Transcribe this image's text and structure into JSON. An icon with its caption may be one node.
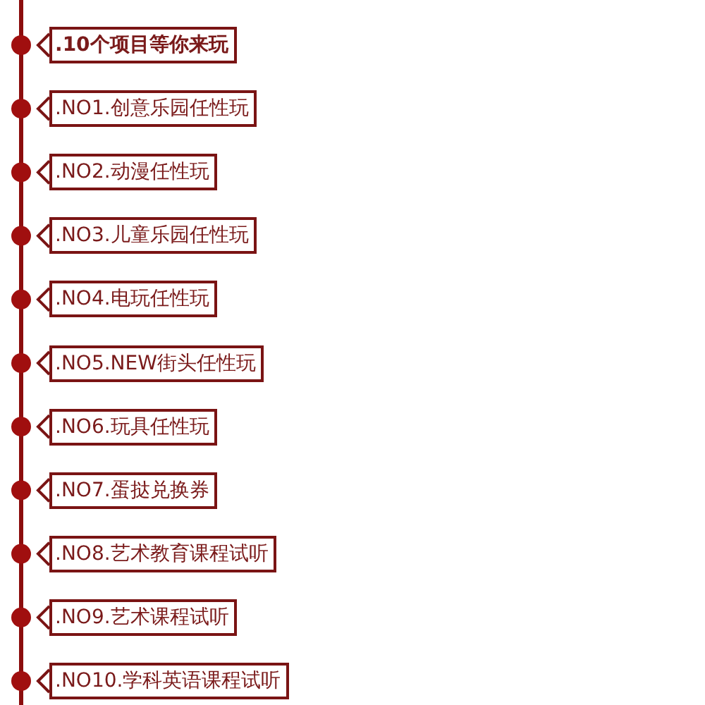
{
  "diagram": {
    "nodes": [
      {
        "text": [
          ".10个项目等你来玩"
        ]
      },
      {
        "text": [
          ".NO1.创意乐园任性玩"
        ]
      },
      {
        "text": [
          ".NO2.动漫任性玩"
        ]
      },
      {
        "text": [
          ".NO3.儿童乐园任性玩"
        ]
      },
      {
        "text": [
          ".NO4.电玩任性玩"
        ]
      },
      {
        "text": [
          ".NO5.NEW街头任性玩"
        ]
      },
      {
        "text": [
          ".NO6.玩具任性玩"
        ]
      },
      {
        "text": [
          ".NO7.蛋挞兑换券"
        ]
      },
      {
        "text": [
          ".NO8.艺术教育课程试听"
        ]
      },
      {
        "text": [
          ".NO9.艺术课程试听"
        ]
      },
      {
        "text": [
          ".NO10.学科英语课程试听"
        ]
      }
    ]
  }
}
